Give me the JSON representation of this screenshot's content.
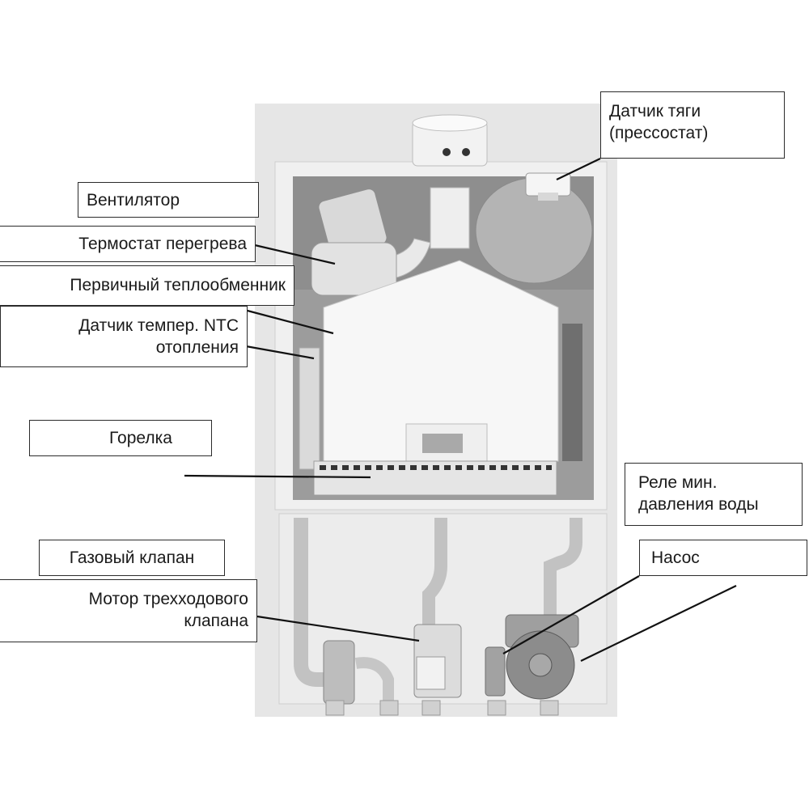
{
  "labels": {
    "draft_sensor": [
      "Датчик тяги",
      "(прессостат)"
    ],
    "fan": [
      "Вентилятор"
    ],
    "overheat_thermostat": [
      "Термостат перегрева"
    ],
    "primary_heat_exchanger": [
      "Первичный теплообменник"
    ],
    "ntc_sensor": [
      "Датчик темпер. NTC",
      "отопления"
    ],
    "burner": [
      "Горелка"
    ],
    "water_pressure_relay": [
      "Реле мин.",
      "давления воды"
    ],
    "gas_valve": [
      "Газовый клапан"
    ],
    "pump": [
      "Насос"
    ],
    "three_way_motor": [
      "Мотор трехходового",
      "клапана"
    ]
  },
  "colors": {
    "label_border": "#2b2b2b",
    "leader_line": "#111111",
    "casing": "#e4e4e4",
    "chamber": "#9a9a9a",
    "component_light": "#f4f4f4",
    "pipe": "#bdbdbd"
  }
}
